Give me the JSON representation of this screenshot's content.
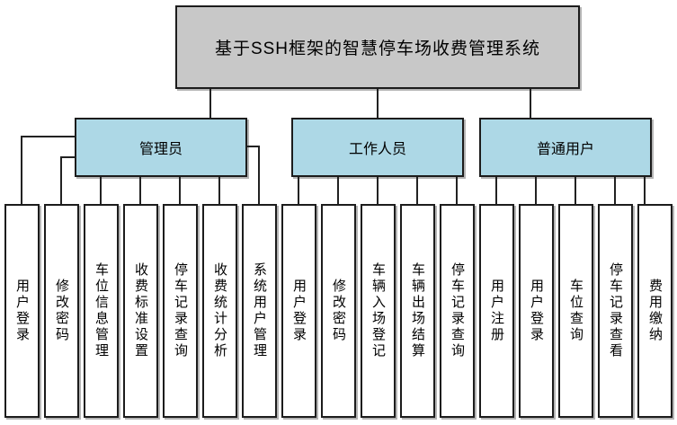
{
  "title": "基于SSH框架的智慧停车场收费管理系统",
  "colors": {
    "root_fill": "#c8c8c8",
    "role_fill": "#add8e6",
    "task_fill": "#ffffff",
    "border": "#1c1c1c",
    "line": "#222222"
  },
  "roles": [
    {
      "label": "管理员",
      "tasks": [
        "用户登录",
        "修改密码",
        "车位信息管理",
        "收费标准设置",
        "停车记录查询",
        "收费统计分析",
        "系统用户管理"
      ]
    },
    {
      "label": "工作人员",
      "tasks": [
        "用户登录",
        "修改密码",
        "车辆入场登记",
        "车辆出场结算",
        "停车记录查询"
      ]
    },
    {
      "label": "普通用户",
      "tasks": [
        "用户注册",
        "用户登录",
        "车位查询",
        "停车记录查看",
        "费用缴纳"
      ]
    }
  ]
}
